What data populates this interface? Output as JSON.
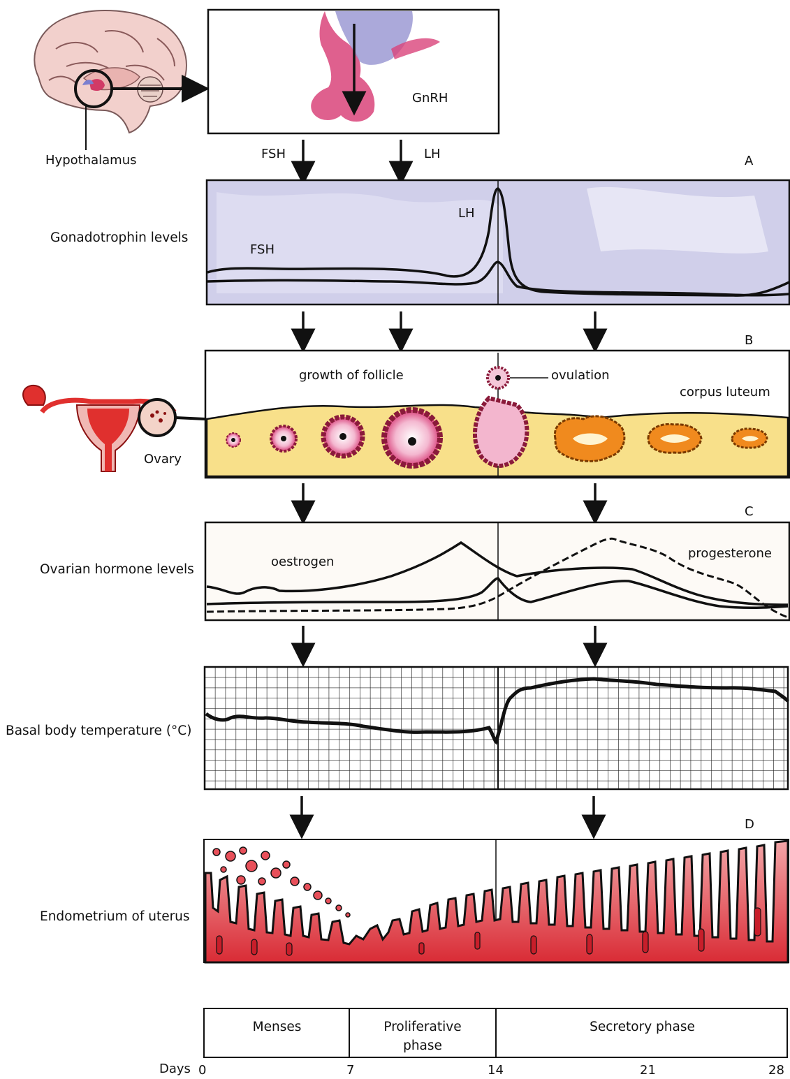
{
  "labels": {
    "hypothalamus": "Hypothalamus",
    "gnrh": "GnRH",
    "fsh_arrow": "FSH",
    "lh_arrow": "LH",
    "gonadotrophin_levels": "Gonadotrophin levels",
    "lh_curve": "LH",
    "fsh_curve": "FSH",
    "growth_of_follicle": "growth of follicle",
    "ovulation": "ovulation",
    "corpus_luteum": "corpus luteum",
    "ovary": "Ovary",
    "ovarian_hormone_levels": "Ovarian hormone levels",
    "oestrogen": "oestrogen",
    "progesterone": "progesterone",
    "basal_body_temperature": "Basal body temperature (°C)",
    "endometrium": "Endometrium of uterus"
  },
  "panel_letters": [
    "A",
    "B",
    "C",
    "D"
  ],
  "phases": [
    {
      "label": "Menses"
    },
    {
      "label": "Proliferative phase"
    },
    {
      "label": "Secretory phase"
    }
  ],
  "days": {
    "label": "Days",
    "ticks": [
      "0",
      "7",
      "14",
      "21",
      "28"
    ]
  },
  "colors": {
    "gonadotrophin_bg": "#c9c8e6",
    "ovary_bg": "#f8e08a",
    "follicle_pink": "#d8407a",
    "corpus_luteum": "#f08a1e",
    "endometrium": "#d92b35",
    "brain": "#f0c8c4",
    "uterus": "#e0302e"
  }
}
